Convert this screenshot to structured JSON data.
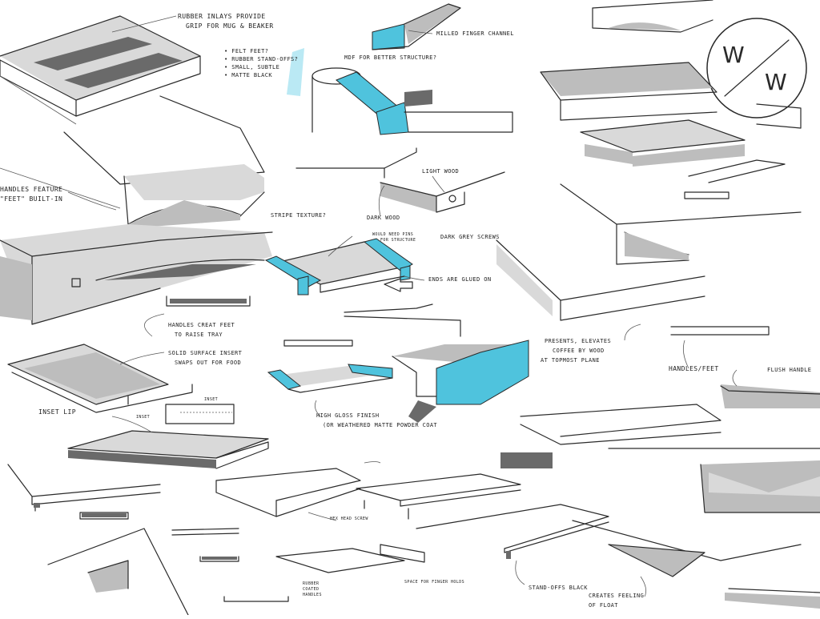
{
  "colors": {
    "ink": "#2a2a2a",
    "accent": "#4fc3dd",
    "paper": "#ffffff",
    "shade": "#bdbdbd"
  },
  "logo": {
    "top": "W",
    "bottom": "W"
  },
  "notes": {
    "rubber_inlays": "Rubber inlays provide",
    "rubber_inlays_2": "grip for mug & beaker",
    "felt_feet": "• Felt feet?",
    "rubber_standoffs": "• Rubber stand-offs?",
    "small_subtle": "• Small, subtle",
    "matte_black": "• Matte black",
    "milled_finger_channel": "Milled finger channel",
    "mdf": "MDF for better structure?",
    "handles_feature": "Handles feature",
    "feet_built_in": "\"feet\" built-in",
    "light_wood": "Light wood",
    "stripe_texture": "Stripe texture?",
    "dark_wood": "Dark wood",
    "dark_grey_screws": "Dark grey screws",
    "would_need_pins": "Would need pins",
    "for_structure": "for structure",
    "ends_glued": "Ends are glued on",
    "handles_create_feet": "Handles creat feet",
    "to_raise_tray": "to raise tray",
    "presents_elevates": "Presents, elevates",
    "coffee_by_wood": "coffee by wood",
    "topmost_plane": "at topmost plane",
    "solid_surface": "Solid surface insert",
    "swaps_out": "swaps out for food",
    "handles_feet": "Handles/feet",
    "flush_handle": "Flush handle",
    "inset_lip": "Inset lip",
    "inset_small": "Inset",
    "inset_small_2": "Inset",
    "high_gloss": "High gloss finish",
    "weathered": "(or weathered matte powder coat",
    "hex_head": "Hex head screw",
    "rubber_coated": "Rubber",
    "rubber_coated_2": "coated",
    "rubber_coated_3": "handles",
    "space_finger": "Space for finger holds",
    "standoffs_black": "Stand-offs black",
    "creates_feeling": "creates feeling",
    "of_float": "of float"
  }
}
